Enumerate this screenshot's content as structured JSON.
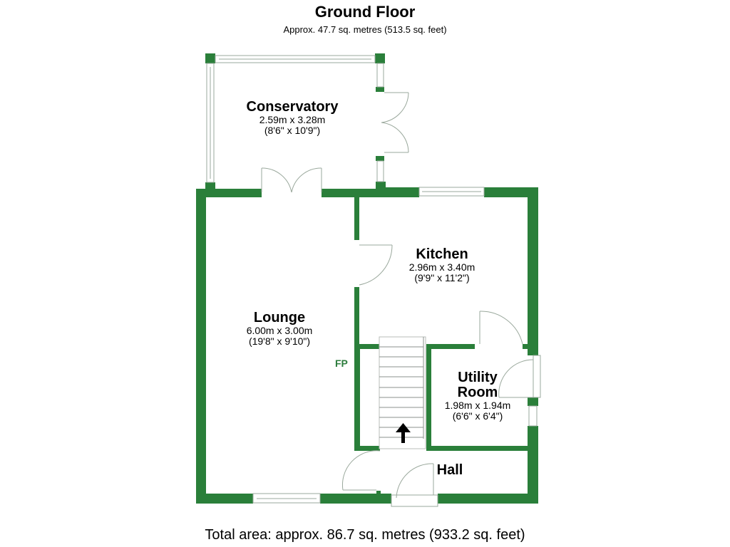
{
  "header": {
    "title": "Ground Floor",
    "subtitle": "Approx. 47.7 sq. metres (513.5 sq. feet)"
  },
  "rooms": [
    {
      "name": "Conservatory",
      "metric": "2.59m x 3.28m",
      "imperial": "(8'6\" x 10'9\")"
    },
    {
      "name": "Kitchen",
      "metric": "2.96m x 3.40m",
      "imperial": "(9'9\" x 11'2\")"
    },
    {
      "name": "Lounge",
      "metric": "6.00m x 3.00m",
      "imperial": "(19'8\" x 9'10\")"
    },
    {
      "name_line1": "Utility",
      "name_line2": "Room",
      "metric": "1.98m x 1.94m",
      "imperial": "(6'6\" x 6'4\")"
    },
    {
      "name": "Hall"
    }
  ],
  "annotations": {
    "fireplace": "FP"
  },
  "footer": {
    "total_area": "Total area: approx. 86.7 sq. metres (933.2 sq. feet)"
  },
  "colors": {
    "wall": "#2a7f3a",
    "fixture_line": "#9aa89c",
    "text": "#000000",
    "fp_text": "#2e7d3e"
  }
}
